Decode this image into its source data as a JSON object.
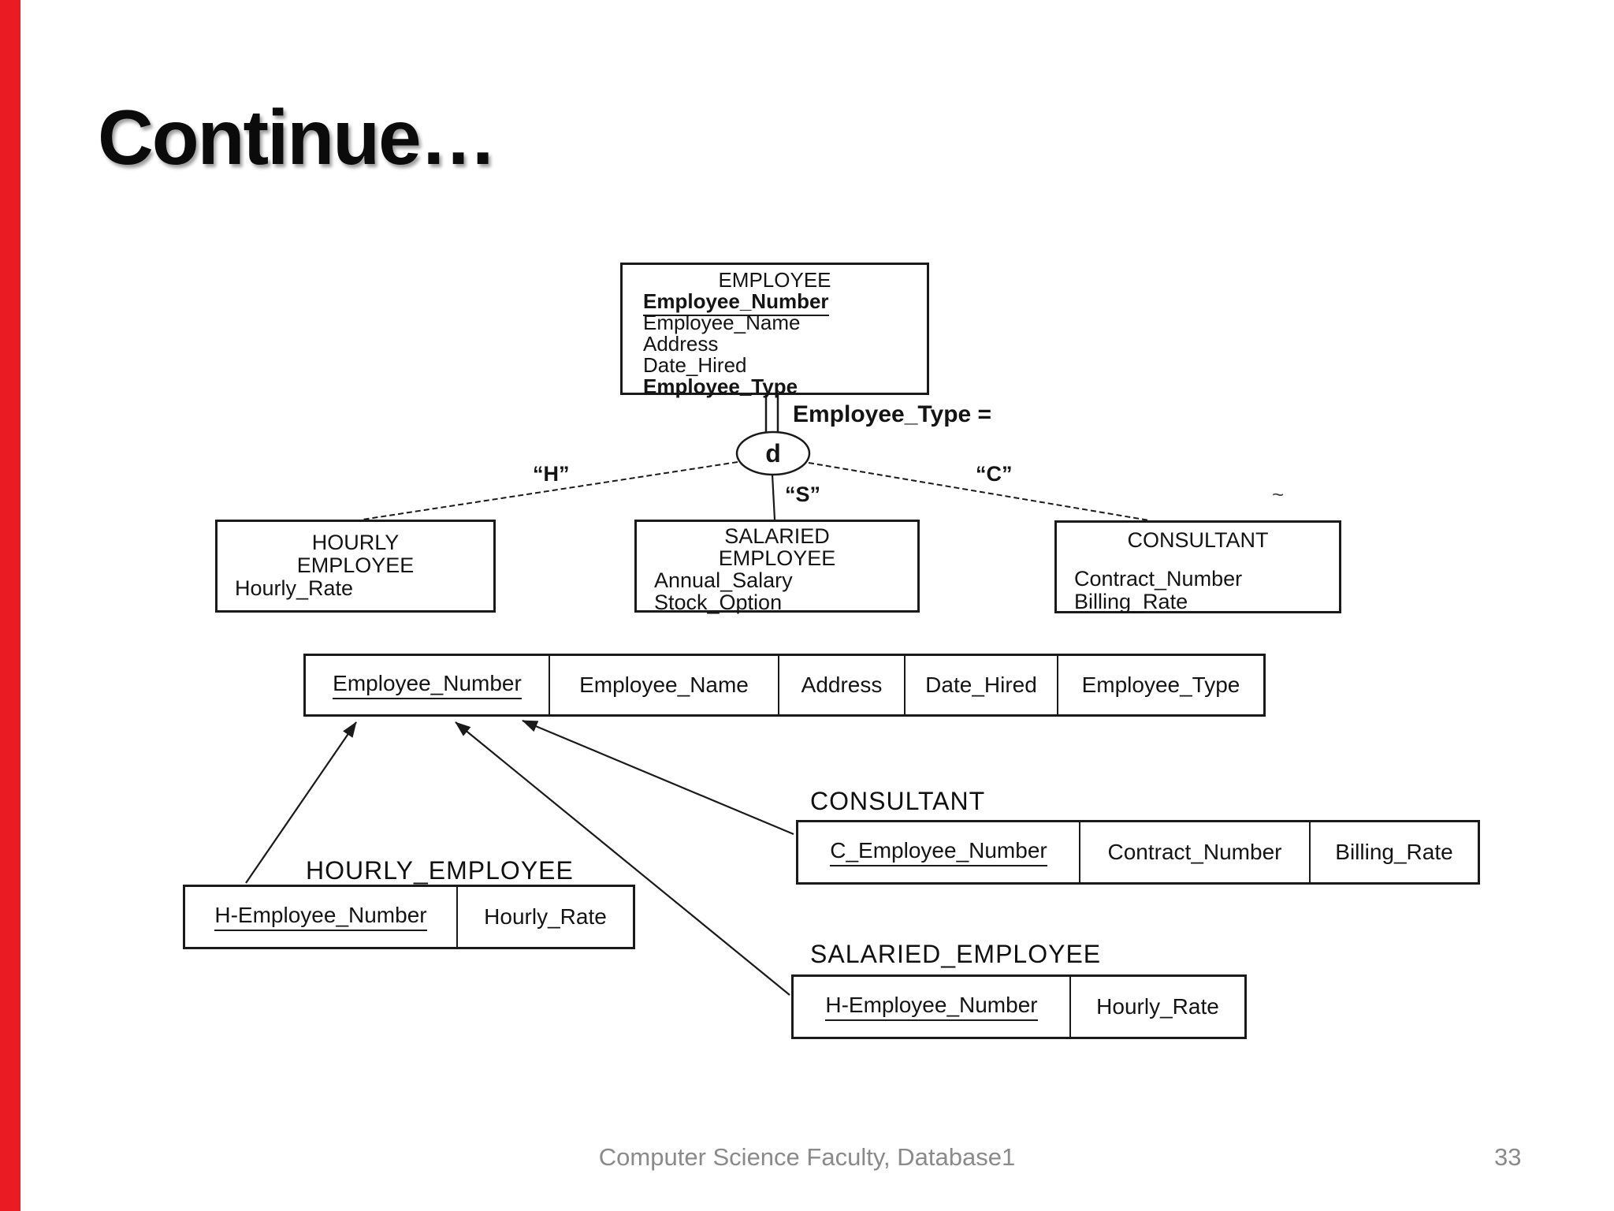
{
  "slide": {
    "title": "Continue…",
    "accent_color": "#ea1b22",
    "footer": {
      "text": "Computer Science Faculty, Database1",
      "page_number": "33"
    }
  },
  "diagram": {
    "employee_entity": {
      "title": "EMPLOYEE",
      "attributes": [
        "Employee_Number",
        "Employee_Name",
        "Address",
        "Date_Hired",
        "Employee_Type"
      ]
    },
    "discriminator": {
      "symbol": "d",
      "rule_label": "Employee_Type ="
    },
    "branch_labels": [
      "“H”",
      "“S”",
      "“C”"
    ],
    "subtypes": [
      {
        "title_lines": [
          "HOURLY",
          "EMPLOYEE"
        ],
        "attributes": [
          "Hourly_Rate"
        ]
      },
      {
        "title_lines": [
          "SALARIED",
          "EMPLOYEE"
        ],
        "attributes": [
          "Annual_Salary",
          "Stock_Option"
        ]
      },
      {
        "title_lines": [
          "CONSULTANT"
        ],
        "attributes": [
          "Contract_Number",
          "Billing_Rate"
        ]
      }
    ],
    "stray_mark": "~"
  },
  "tables": {
    "employee": {
      "columns": [
        "Employee_Number",
        "Employee_Name",
        "Address",
        "Date_Hired",
        "Employee_Type"
      ]
    },
    "consultant": {
      "label": "CONSULTANT",
      "columns": [
        "C_Employee_Number",
        "Contract_Number",
        "Billing_Rate"
      ]
    },
    "hourly": {
      "label": "HOURLY_EMPLOYEE",
      "columns": [
        "H-Employee_Number",
        "Hourly_Rate"
      ]
    },
    "salaried": {
      "label": "SALARIED_EMPLOYEE",
      "columns": [
        "H-Employee_Number",
        "Hourly_Rate"
      ]
    }
  }
}
